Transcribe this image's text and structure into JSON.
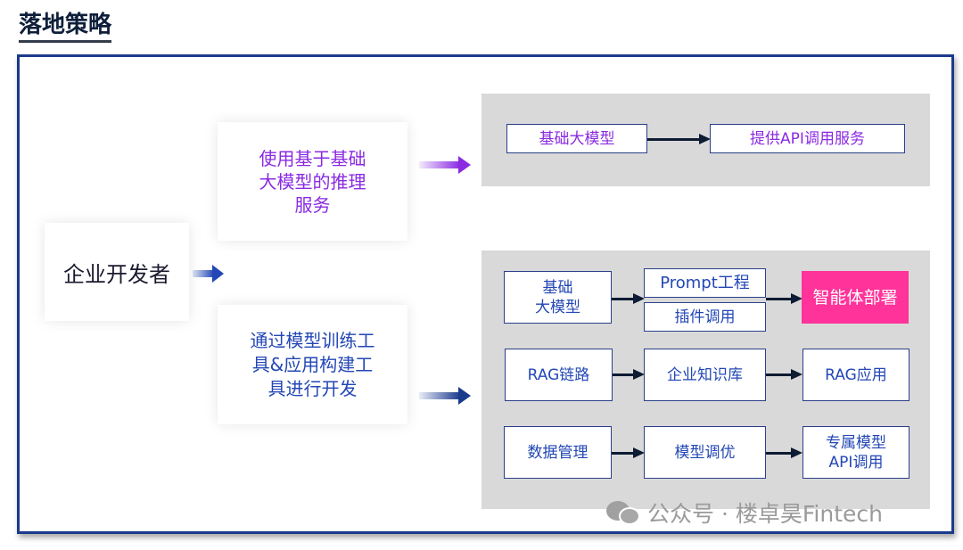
{
  "title": "落地策略",
  "developer": {
    "label": "企业开发者"
  },
  "paths": [
    {
      "id": "inference",
      "label_lines": [
        "使用基于基础",
        "大模型的推理",
        "服务"
      ],
      "color": "#8a2be2"
    },
    {
      "id": "training",
      "label_lines": [
        "通过模型训练工",
        "具&应用构建工",
        "具进行开发"
      ],
      "color": "#2347b5"
    }
  ],
  "top_panel": {
    "nodes": [
      "基础大模型",
      "提供API调用服务"
    ]
  },
  "bottom_panel": {
    "row1": {
      "source_lines": [
        "基础",
        "大模型"
      ],
      "middle": [
        "Prompt工程",
        "插件调用"
      ],
      "target": "智能体部署"
    },
    "row2": [
      "RAG链路",
      "企业知识库",
      "RAG应用"
    ],
    "row3": {
      "nodes": [
        "数据管理",
        "模型调优"
      ],
      "target_lines": [
        "专属模型",
        "API调用"
      ]
    }
  },
  "watermark": {
    "text": "公众号 · 楼卓昊Fintech",
    "icon": "wechat-icon"
  },
  "colors": {
    "frame": "#1a3a8c",
    "panel": "#d9d9d9",
    "highlight": "#ff3399",
    "purple_text": "#8a2be2",
    "blue_text": "#2347b5"
  }
}
